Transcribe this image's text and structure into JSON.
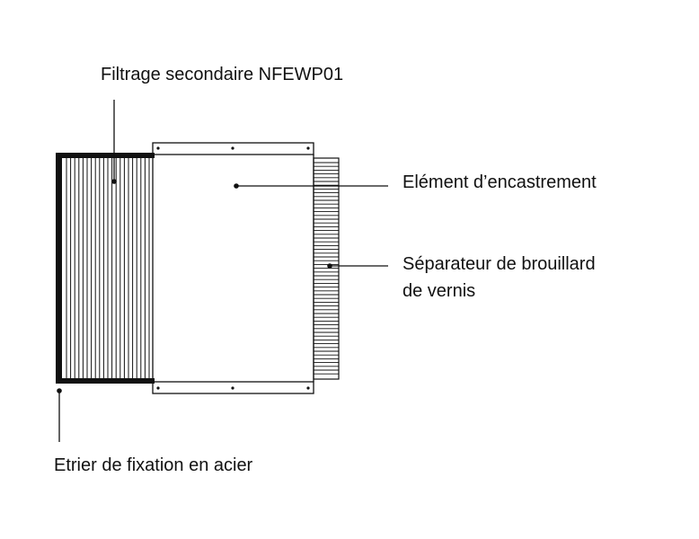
{
  "labels": {
    "secondary_filter": "Filtrage secondaire NFEWP01",
    "mounting_element": "Elément d’encastrement",
    "paint_mist_separator_line1": "Séparateur de brouillard",
    "paint_mist_separator_line2": "de vernis",
    "steel_bracket": "Etrier de fixation en acier"
  },
  "colors": {
    "ink": "#111111",
    "background": "#ffffff"
  }
}
